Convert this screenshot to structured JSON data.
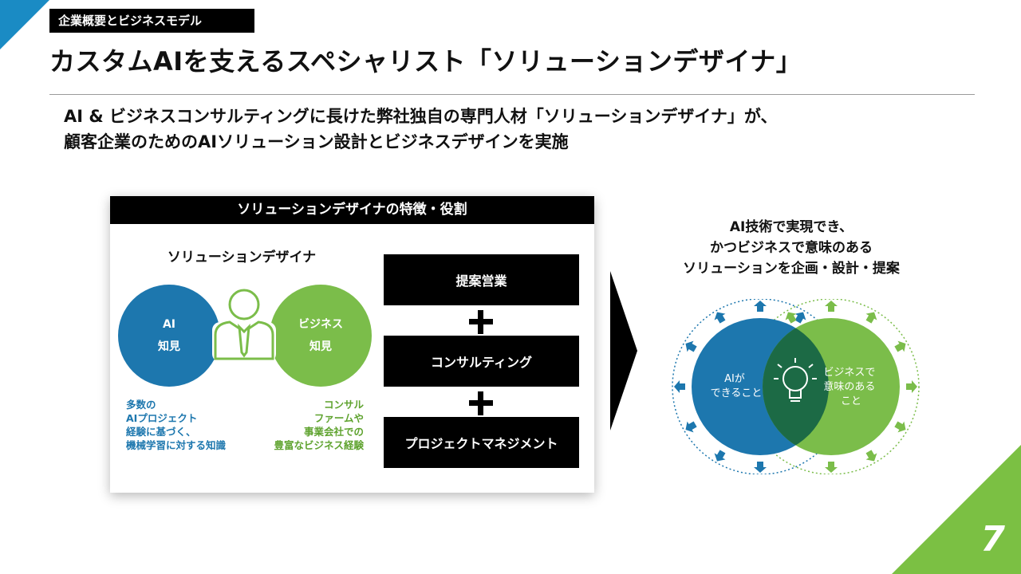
{
  "header": {
    "section_tag": "企業概要とビジネスモデル",
    "title": "カスタムAIを支えるスペシャリスト「ソリューションデザイナ」"
  },
  "lead": {
    "line1": "AI & ビジネスコンサルティングに長けた弊社独自の専門人材「ソリューションデザイナ」が、",
    "line2": "顧客企業のためのAIソリューション設計とビジネスデザインを実施"
  },
  "card": {
    "header": "ソリューションデザイナの特徴・役割",
    "designer_title": "ソリューションデザイナ",
    "ai_circle": {
      "line1": "AI",
      "line2": "知見"
    },
    "biz_circle": {
      "line1": "ビジネス",
      "line2": "知見"
    },
    "ai_note": [
      "多数の",
      "AIプロジェクト",
      "経験に基づく、",
      "機械学習に対する知識"
    ],
    "biz_note": [
      "コンサル",
      "ファームや",
      "事業会社での",
      "豊富なビジネス経験"
    ],
    "roles": [
      "提案営業",
      "コンサルティング",
      "プロジェクトマネジメント"
    ]
  },
  "right": {
    "caption": [
      "AI技術で実現でき、",
      "かつビジネスで意味のある",
      "ソリューションを企画・設計・提案"
    ],
    "venn_ai": [
      "AIが",
      "できること"
    ],
    "venn_biz": [
      "ビジネスで",
      "意味のある",
      "こと"
    ]
  },
  "page_number": "7",
  "colors": {
    "blue": "#1d77ae",
    "green": "#7bbd4a",
    "corner_blue": "#1a8bc4",
    "corner_green": "#7bc043"
  }
}
